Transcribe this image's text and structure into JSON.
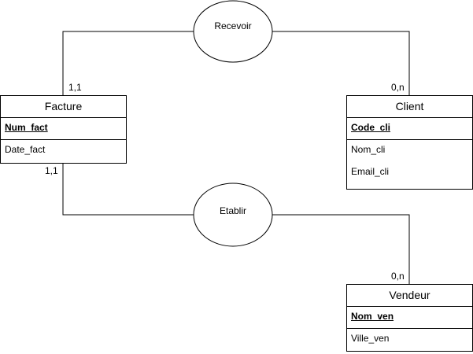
{
  "diagram": {
    "entities": {
      "facture": {
        "name": "Facture",
        "key": "Num_fact",
        "attributes": [
          "Date_fact"
        ]
      },
      "client": {
        "name": "Client",
        "key": "Code_cli",
        "attributes": [
          "Nom_cli",
          "Email_cli"
        ]
      },
      "vendeur": {
        "name": "Vendeur",
        "key": "Nom_ven",
        "attributes": [
          "Ville_ven"
        ]
      }
    },
    "relations": {
      "recevoir": "Recevoir",
      "etablir": "Etablir"
    },
    "cardinalities": {
      "facture_recevoir": "1,1",
      "client_recevoir": "0,n",
      "facture_etablir": "1,1",
      "vendeur_etablir": "0,n"
    }
  }
}
